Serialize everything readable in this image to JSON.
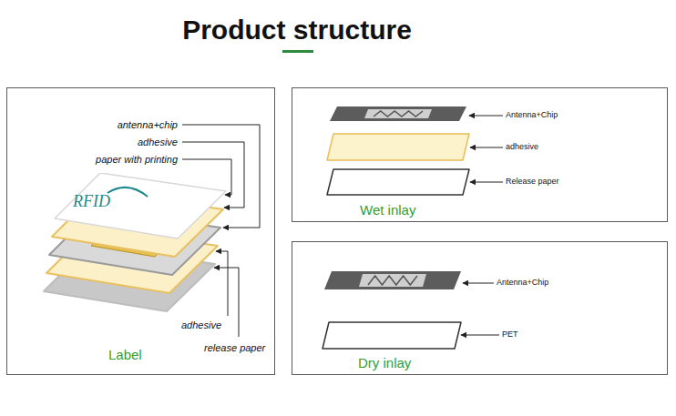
{
  "diagram": {
    "title": "Product structure",
    "nodes": [
      {
        "text": [
          "Label"
        ]
      },
      {
        "text": [
          "RFID"
        ],
        "in": 0
      },
      {
        "text": [
          "Wet inlay"
        ]
      },
      {
        "text": [
          "Dry inlay"
        ]
      }
    ],
    "labels": [
      "antenna+chip",
      "adhesive",
      "paper with printing",
      "adhesive",
      "release paper",
      "Antenna+Chip",
      "adhesive",
      "Release paper",
      "Antenna+Chip",
      "PET"
    ]
  }
}
